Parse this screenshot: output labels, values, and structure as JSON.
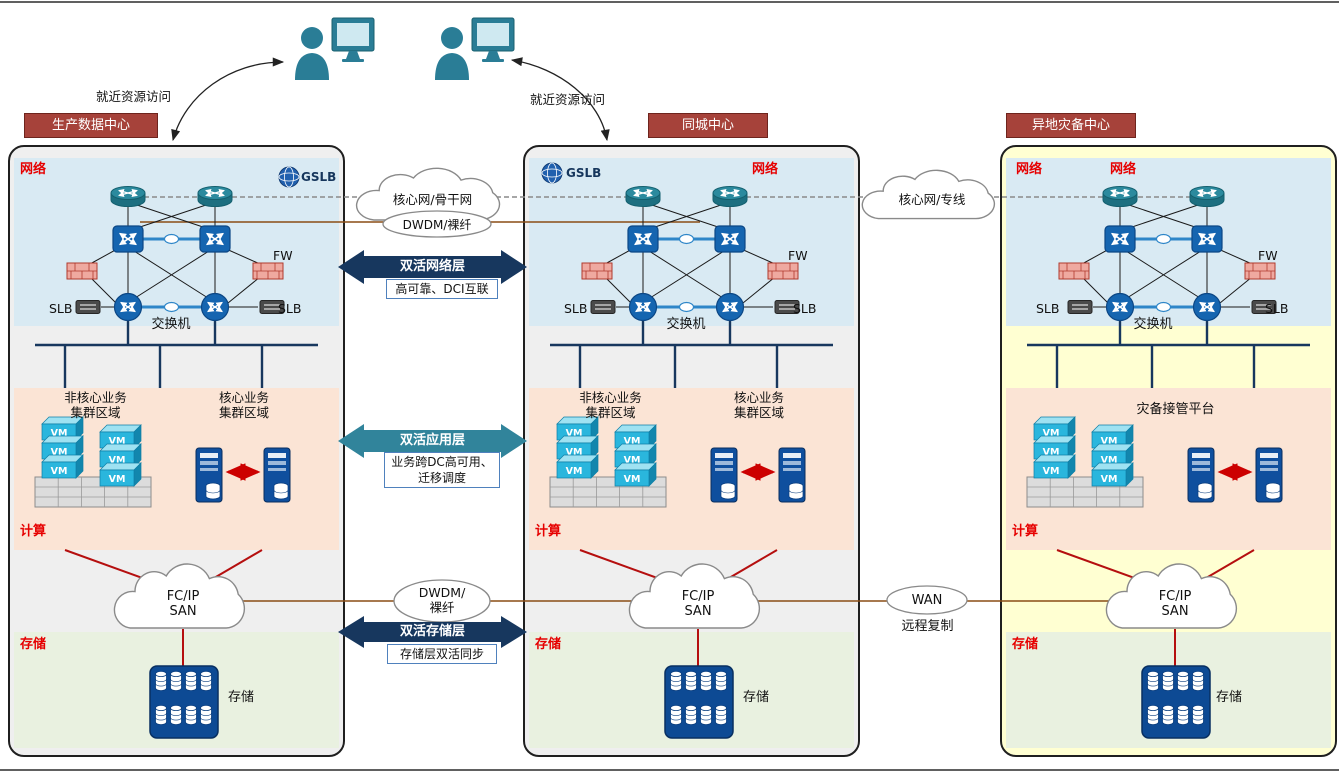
{
  "meta": {
    "access_left": "就近资源访问",
    "access_right": "就近资源访问"
  },
  "centers": [
    {
      "title": "生产数据中心",
      "network": {
        "label": "网络",
        "gslb": "GSLB",
        "fw": "FW",
        "slb_left": "SLB",
        "slb_right": "SLB",
        "switch": "交换机"
      },
      "compute": {
        "noncore": "非核心业务\n集群区域",
        "core": "核心业务\n集群区域",
        "label": "计算"
      },
      "san": "FC/IP\nSAN",
      "storage": {
        "label": "存储",
        "device": "存储"
      }
    },
    {
      "title": "同城中心",
      "network": {
        "label": "网络",
        "gslb": "GSLB",
        "fw": "FW",
        "slb_left": "SLB",
        "slb_right": "SLB",
        "switch": "交换机"
      },
      "compute": {
        "noncore": "非核心业务\n集群区域",
        "core": "核心业务\n集群区域",
        "label": "计算"
      },
      "san": "FC/IP\nSAN",
      "storage": {
        "label": "存储",
        "device": "存储"
      }
    },
    {
      "title": "异地灾备中心",
      "network": {
        "label": "网络",
        "label2": "网络",
        "fw": "FW",
        "slb_left": "SLB",
        "slb_right": "SLB",
        "switch": "交换机"
      },
      "compute": {
        "platform": "灾备接管平台",
        "label": "计算"
      },
      "san": "FC/IP\nSAN",
      "storage": {
        "label": "存储",
        "device": "存储"
      }
    }
  ],
  "connectors": {
    "left_mid": {
      "backbone_cloud": "核心网/骨干网",
      "dwdm_top": "DWDM/裸纤",
      "network_arrow": "双活网络层",
      "network_note": "高可靠、DCI互联",
      "app_arrow": "双活应用层",
      "app_note": "业务跨DC高可用、迁移调度",
      "dwdm_bottom": "DWDM/\n裸纤",
      "storage_arrow": "双活存储层",
      "storage_note": "存储层双活同步"
    },
    "mid_right": {
      "backbone_cloud": "核心网/专线",
      "wan": "WAN",
      "wan_note": "远程复制"
    }
  },
  "icons": {
    "vm": "VM"
  }
}
